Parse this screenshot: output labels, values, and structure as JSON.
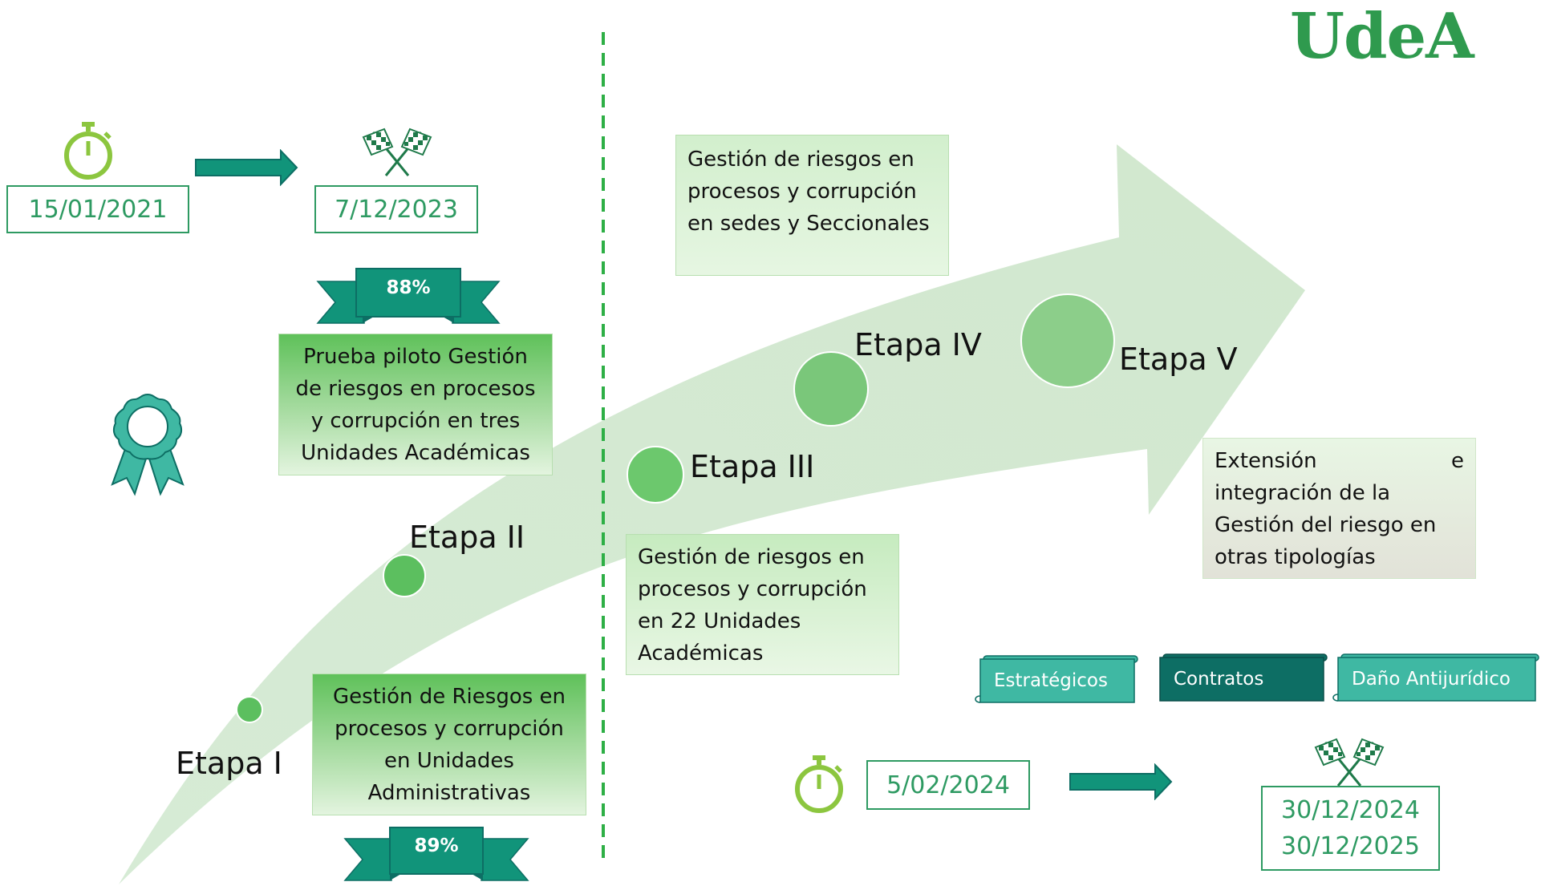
{
  "logo": {
    "text": "UdeA"
  },
  "dates": {
    "phase1_start": "15/01/2021",
    "phase1_end": "7/12/2023",
    "phase2_start": "5/02/2024",
    "phase2_end_1": "30/12/2024",
    "phase2_end_2": "30/12/2025"
  },
  "badges": {
    "top": "88%",
    "bottom": "89%"
  },
  "stages": {
    "etapa1": "Etapa I",
    "etapa2": "Etapa II",
    "etapa3": "Etapa III",
    "etapa4": "Etapa IV",
    "etapa5": "Etapa V"
  },
  "boxes": {
    "pilot": [
      "Prueba piloto Gestión",
      "de riesgos en procesos",
      "y corrupción  en tres",
      "Unidades Académicas"
    ],
    "admin": [
      "Gestión de Riesgos en",
      "procesos y corrupción",
      "en Unidades",
      "Administrativas"
    ],
    "academic22": [
      "Gestión de riesgos en",
      "procesos y corrupción",
      "en 22 Unidades",
      "Académicas"
    ],
    "sedes": [
      "Gestión de riesgos en",
      "procesos y corrupción",
      "en sedes y Seccionales"
    ],
    "extension": [
      "Extensión e",
      "integración de la",
      "Gestión del riesgo en",
      "otras tipologías"
    ]
  },
  "tipologias": [
    "Estratégicos",
    "Contratos",
    "Daño Antijurídico"
  ],
  "colors": {
    "brand_green": "#2f9a4e",
    "teal": "#11947a",
    "dark_teal": "#0d6e64",
    "lime": "#8cc63f",
    "date_text": "#2e9a62"
  },
  "icons": [
    "stopwatch-icon",
    "checkered-flags-icon",
    "award-ribbon-icon",
    "arrow-right-icon"
  ]
}
